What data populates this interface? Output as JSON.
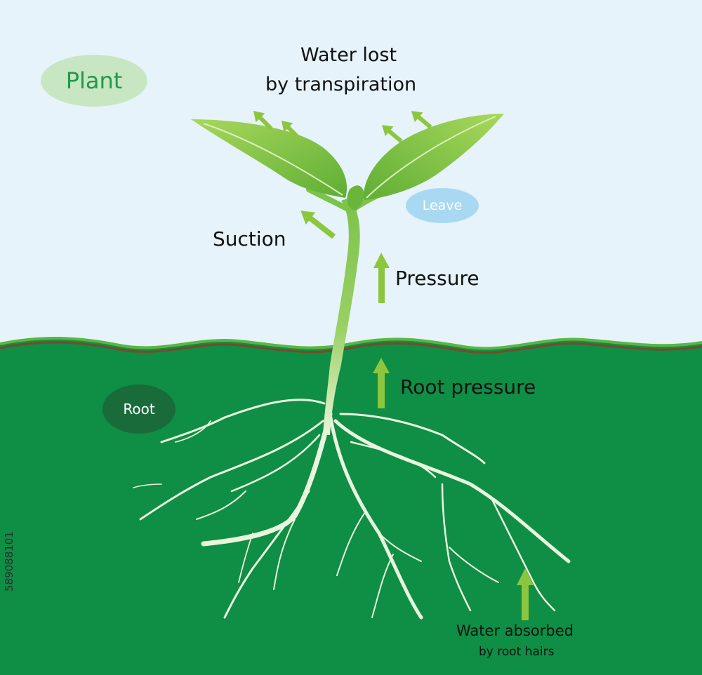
{
  "labels": {
    "plant": "Plant",
    "water_lost_line1": "Water lost",
    "water_lost_line2": "by transpiration",
    "suction": "Suction",
    "leave": "Leave",
    "pressure": "Pressure",
    "root_pressure": "Root pressure",
    "root": "Root",
    "water_absorbed_line1": "Water absorbed",
    "water_absorbed_line2": "by root hairs"
  },
  "watermark": {
    "side_id": "589088101"
  },
  "colors": {
    "sky": "#e6f3fa",
    "soil": "#0f8e45",
    "soil_edge_brown": "#7a4a2a",
    "soil_edge_green": "#5bb642",
    "leaf_light": "#a3d55a",
    "leaf_dark": "#5aa832",
    "arrow_green": "#8cc63f",
    "plant_pill": "#c9e6c3",
    "plant_text": "#1f9a4c",
    "leave_pill": "#a9d9f2",
    "root_pill": "#1a6b3a"
  }
}
